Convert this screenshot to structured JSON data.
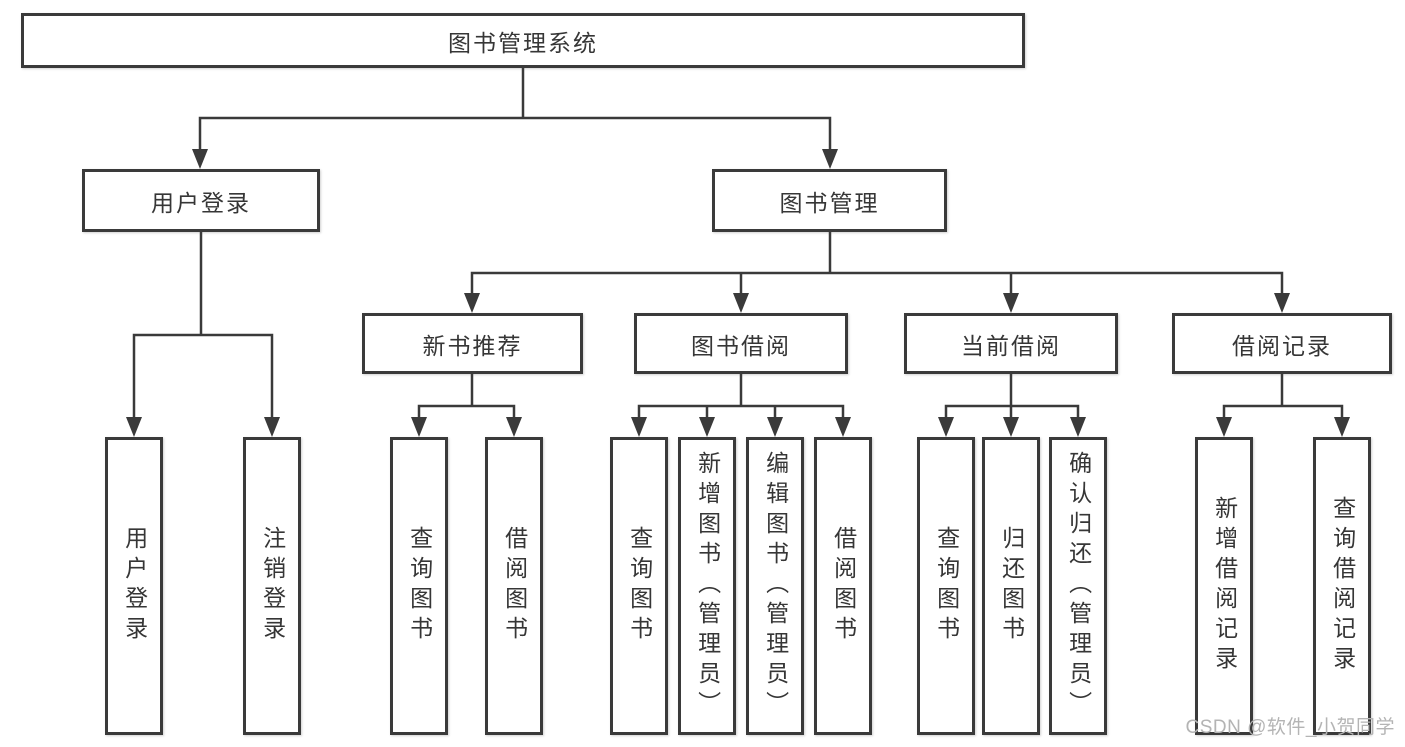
{
  "diagram": {
    "root": {
      "label": "图书管理系统"
    },
    "branches": [
      {
        "label": "用户登录",
        "leaves": [
          {
            "label": "用户登录"
          },
          {
            "label": "注销登录"
          }
        ]
      },
      {
        "label": "图书管理",
        "sections": [
          {
            "label": "新书推荐",
            "leaves": [
              {
                "label": "查询图书"
              },
              {
                "label": "借阅图书"
              }
            ]
          },
          {
            "label": "图书借阅",
            "leaves": [
              {
                "label": "查询图书"
              },
              {
                "label": "新增图书（管理员）"
              },
              {
                "label": "编辑图书（管理员）"
              },
              {
                "label": "借阅图书"
              }
            ]
          },
          {
            "label": "当前借阅",
            "leaves": [
              {
                "label": "查询图书"
              },
              {
                "label": "归还图书"
              },
              {
                "label": "确认归还（管理员）"
              }
            ]
          },
          {
            "label": "借阅记录",
            "leaves": [
              {
                "label": "新增借阅记录"
              },
              {
                "label": "查询借阅记录"
              }
            ]
          }
        ]
      }
    ]
  },
  "watermark": {
    "text": "CSDN @软件_小贺同学"
  },
  "colors": {
    "line": "#3a3a3a",
    "text": "#363636",
    "watermark": "#b4b4b4",
    "background": "#ffffff"
  }
}
